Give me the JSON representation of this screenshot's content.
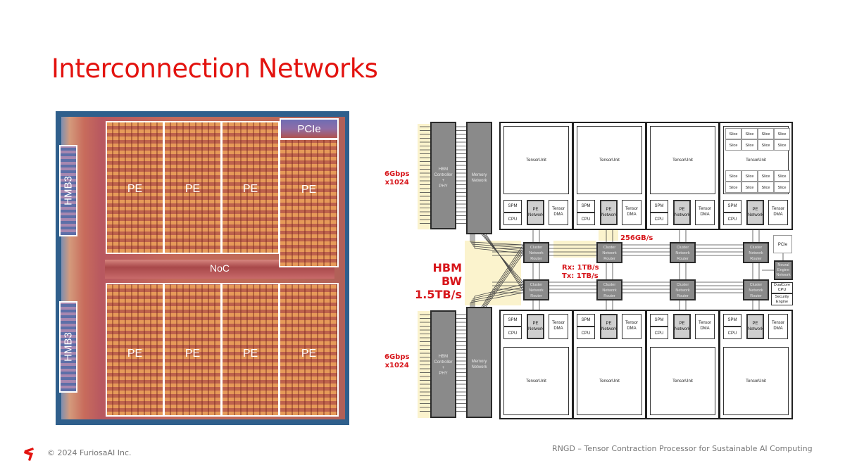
{
  "slide": {
    "title": "Interconnection Networks",
    "accent_color": "#e3130f"
  },
  "die_photo": {
    "pe_label": "PE",
    "hbm_label": "HMB3",
    "pcie_label": "PCIe",
    "noc_label": "NoC",
    "pe_count": 8
  },
  "diagram": {
    "hbm_top": {
      "controller": [
        "HBM",
        "Controller",
        "+",
        "PHY"
      ],
      "memory_network": [
        "Memory",
        "Network"
      ],
      "rate": [
        "6Gbps",
        "x1024"
      ]
    },
    "hbm_bottom": {
      "controller": [
        "HBM",
        "Controller",
        "+",
        "PHY"
      ],
      "memory_network": [
        "Memory",
        "Network"
      ],
      "rate": [
        "6Gbps",
        "x1024"
      ]
    },
    "hbm_bw": [
      "HBM BW",
      "1.5TB/s"
    ],
    "link_256": "256GB/s",
    "rx_tx": [
      "Rx: 1TB/s",
      "Tx: 1TB/s"
    ],
    "cluster_router": [
      "Cluster",
      "Network",
      "Router"
    ],
    "tensor_unit": "TensorUnit",
    "slice": "Slice",
    "spm": "SPM",
    "cpu": "CPU",
    "pe_network": [
      "PE",
      "Network"
    ],
    "tensor_dma": [
      "Tensor",
      "DMA"
    ],
    "pcie": "PCIe",
    "neural_engine_network": [
      "Neural",
      "Engine",
      "Network"
    ],
    "dualcore_cpu": [
      "DualCore",
      "CPU"
    ],
    "security_engine": [
      "Security",
      "Engine"
    ]
  },
  "footer": {
    "copyright": "© 2024 FuriosaAI Inc.",
    "subtitle": "RNGD – Tensor Contraction Processor for Sustainable AI Computing"
  }
}
